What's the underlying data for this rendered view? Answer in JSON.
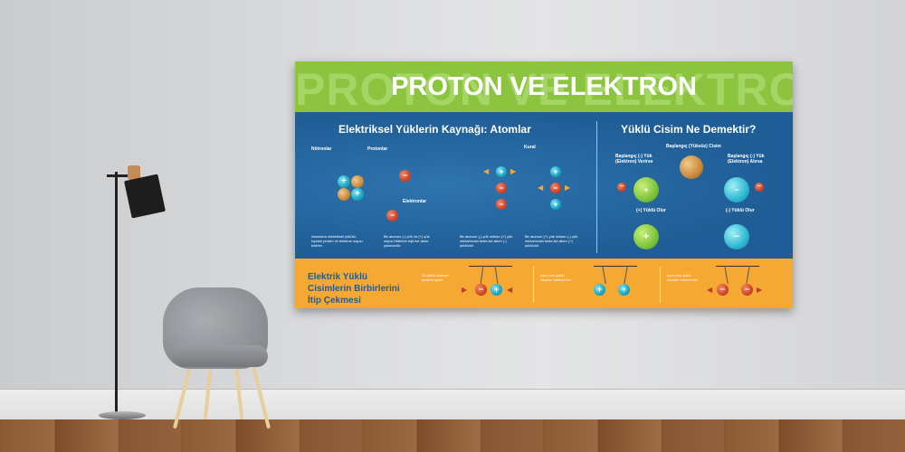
{
  "poster": {
    "title": "PROTON VE ELEKTRON",
    "title_ghost": "PROTON VE ELEKTRON",
    "left_section": {
      "title": "Elektriksel Yüklerin Kaynağı: Atomlar",
      "labels": {
        "notronlar": "Nötronlar",
        "protonlar": "Protonlar",
        "elektronlar": "Elektronlar",
        "kural": "Kural"
      },
      "paragraphs": [
        "Atomların elektriksel yükülü, toplam proton ve elektron sayısı belirler.",
        "Bir atomun (-) yük ve (+) yük sayısı birbirine eşit ise atom yüksüzdür.",
        "Bir atomun (-) yük miktarı (+) yük miktarından fazla ise atom (-) yüklüdür.",
        "Bir atomun (+) yük miktarı (-) yük miktarından fazla ise atom (+) yüklüdür."
      ]
    },
    "right_section": {
      "title": "Yüklü Cisim Ne Demektir?",
      "labels": {
        "center": "Başlangıç (Yüksüz) Cisim",
        "left": "Başlangıç (-) Yük (Elektron) Verirse",
        "right": "Başlangıç (-) Yük (Elektron) Alırsa",
        "left_result": "(+) Yüklü Olur",
        "right_result": "(-) Yüklü Olur"
      }
    },
    "footer": {
      "title": "Elektrik Yüklü Cisimlerin Birbirlerini İtip Çekmesi",
      "notes": [
        "Zıt yüklü cisimler birbirini çeker",
        "Aynı cins yüklü cisimler birbirini iter",
        "Aynı cins yüklü cisimler birbirini iter"
      ]
    }
  },
  "colors": {
    "header_green": "#8cc43f",
    "body_blue": "#1f5d96",
    "footer_orange": "#f5a832",
    "proton": "#1aa6c4",
    "electron": "#d2452a",
    "neutron": "#c98a3d"
  },
  "symbols": {
    "plus": "+",
    "minus": "−"
  }
}
